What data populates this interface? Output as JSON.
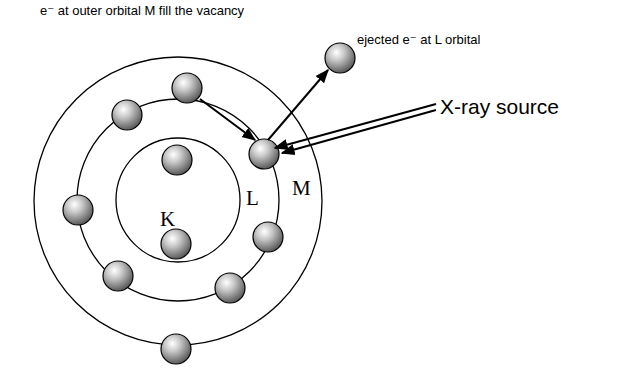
{
  "diagram": {
    "labels": [
      "e⁻ at outer orbital M fill the vacancy",
      "ejected e⁻ at L orbital",
      "X-ray source",
      "K",
      "L",
      "M"
    ]
  }
}
